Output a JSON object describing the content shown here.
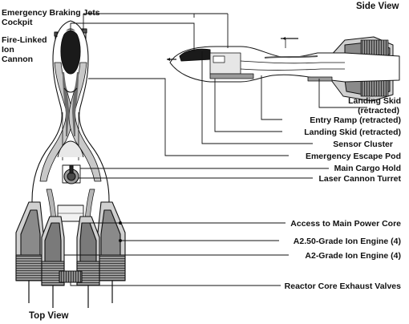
{
  "views": {
    "side_title": "Side View",
    "top_title": "Top View"
  },
  "labels": {
    "emergency_braking_jets": "Emergency Braking Jets",
    "cockpit": "Cockpit",
    "fire_linked_line1": "Fire-Linked",
    "fire_linked_line2": "Ion",
    "fire_linked_line3": "Cannon",
    "landing_skid_retracted_1_line1": "Landing Skid",
    "landing_skid_retracted_1_line2": "(retracted)",
    "entry_ramp": "Entry Ramp (retracted)",
    "landing_skid_retracted_2": "Landing Skid (retracted)",
    "sensor_cluster": "Sensor Cluster",
    "emergency_escape_pod": "Emergency Escape Pod",
    "main_cargo_hold": "Main Cargo Hold",
    "laser_cannon_turret": "Laser Cannon Turret",
    "access_main_power_core": "Access to Main Power Core",
    "a250_ion_engine": "A2.50-Grade Ion Engine (4)",
    "a2_ion_engine": "A2-Grade Ion Engine (4)",
    "reactor_core_exhaust": "Reactor Core Exhaust Valves"
  },
  "colors": {
    "ink": "#111111",
    "hull": "#ffffff",
    "panel_light": "#d9d9d9",
    "panel_mid": "#a8a8a8",
    "panel_dark": "#6b6b6b",
    "canopy": "#1a1a1a"
  }
}
